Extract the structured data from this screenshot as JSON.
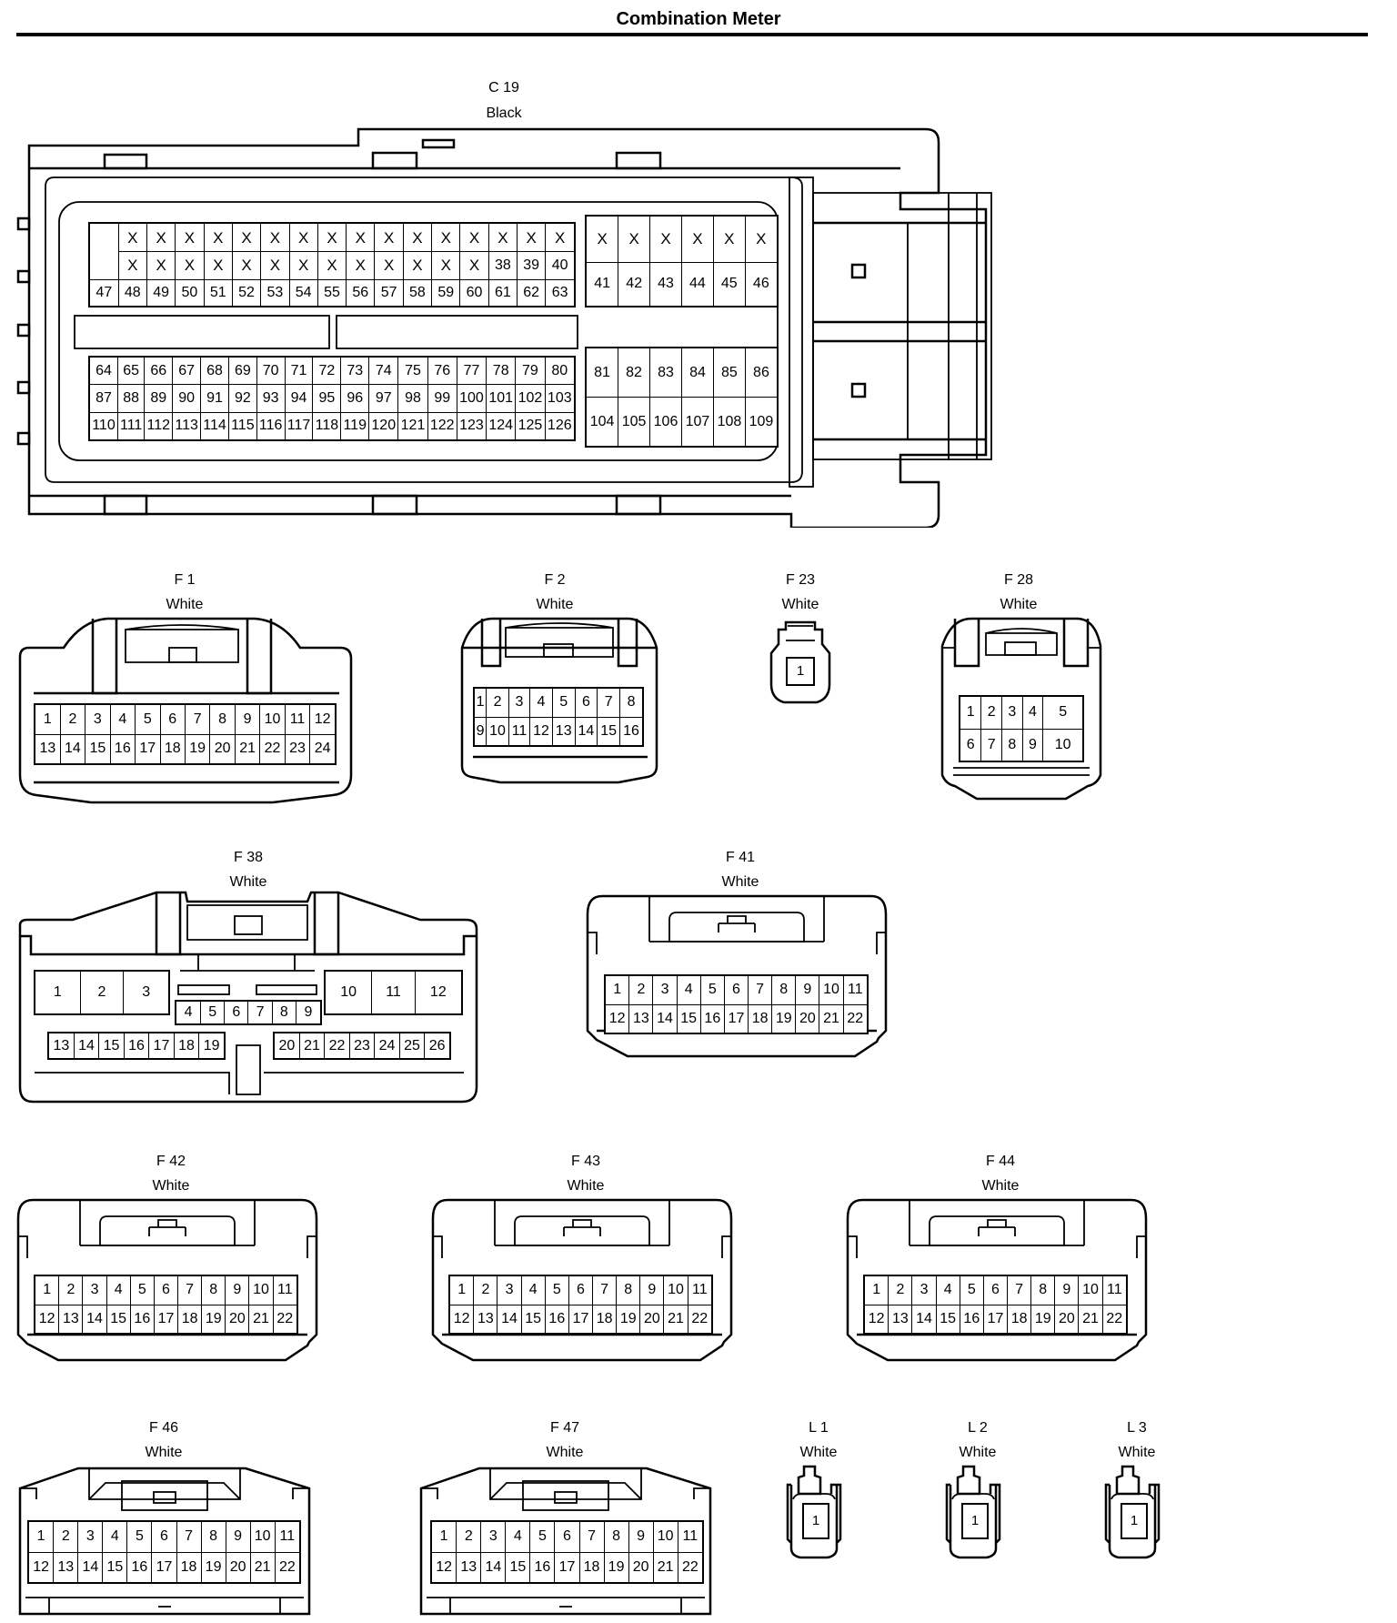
{
  "title": "Combination Meter",
  "connectors": {
    "c19": {
      "id": "C 19",
      "color": "Black",
      "top_rows": [
        [
          "X",
          "X",
          "X",
          "X",
          "X",
          "X",
          "X",
          "X",
          "X",
          "X",
          "X",
          "X",
          "X",
          "X",
          "X",
          "X"
        ],
        [
          "X",
          "X",
          "X",
          "X",
          "X",
          "X",
          "X",
          "X",
          "X",
          "X",
          "X",
          "X",
          "X",
          "38",
          "39",
          "40"
        ],
        [
          "47",
          "48",
          "49",
          "50",
          "51",
          "52",
          "53",
          "54",
          "55",
          "56",
          "57",
          "58",
          "59",
          "60",
          "61",
          "62",
          "63"
        ]
      ],
      "right_top_rows": [
        [
          "X",
          "X",
          "X",
          "X",
          "X",
          "X"
        ],
        [
          "41",
          "42",
          "43",
          "44",
          "45",
          "46"
        ]
      ],
      "bottom_rows": [
        [
          "64",
          "65",
          "66",
          "67",
          "68",
          "69",
          "70",
          "71",
          "72",
          "73",
          "74",
          "75",
          "76",
          "77",
          "78",
          "79",
          "80"
        ],
        [
          "87",
          "88",
          "89",
          "90",
          "91",
          "92",
          "93",
          "94",
          "95",
          "96",
          "97",
          "98",
          "99",
          "100",
          "101",
          "102",
          "103"
        ],
        [
          "110",
          "111",
          "112",
          "113",
          "114",
          "115",
          "116",
          "117",
          "118",
          "119",
          "120",
          "121",
          "122",
          "123",
          "124",
          "125",
          "126"
        ]
      ],
      "right_bottom_rows": [
        [
          "81",
          "82",
          "83",
          "84",
          "85",
          "86"
        ],
        [
          "104",
          "105",
          "106",
          "107",
          "108",
          "109"
        ]
      ]
    },
    "f1": {
      "id": "F 1",
      "color": "White",
      "rows": [
        [
          "1",
          "2",
          "3",
          "4",
          "5",
          "6",
          "7",
          "8",
          "9",
          "10",
          "11",
          "12"
        ],
        [
          "13",
          "14",
          "15",
          "16",
          "17",
          "18",
          "19",
          "20",
          "21",
          "22",
          "23",
          "24"
        ]
      ]
    },
    "f2": {
      "id": "F 2",
      "color": "White",
      "rows": [
        [
          "1",
          "2",
          "3",
          "4",
          "5",
          "6",
          "7",
          "8"
        ],
        [
          "9",
          "10",
          "11",
          "12",
          "13",
          "14",
          "15",
          "16"
        ]
      ]
    },
    "f23": {
      "id": "F 23",
      "color": "White",
      "pin": "1"
    },
    "f28": {
      "id": "F 28",
      "color": "White",
      "rows": [
        [
          "1",
          "2",
          "3",
          "4",
          "5"
        ],
        [
          "6",
          "7",
          "8",
          "9",
          "10"
        ]
      ]
    },
    "f38": {
      "id": "F 38",
      "color": "White",
      "left_large": [
        "1",
        "2",
        "3"
      ],
      "right_large": [
        "10",
        "11",
        "12"
      ],
      "middle_top": [
        "4",
        "5",
        "6",
        "7",
        "8",
        "9"
      ],
      "bottom_left": [
        "13",
        "14",
        "15",
        "16",
        "17",
        "18",
        "19"
      ],
      "bottom_right": [
        "20",
        "21",
        "22",
        "23",
        "24",
        "25",
        "26"
      ]
    },
    "f41": {
      "id": "F 41",
      "color": "White",
      "rows": [
        [
          "1",
          "2",
          "3",
          "4",
          "5",
          "6",
          "7",
          "8",
          "9",
          "10",
          "11"
        ],
        [
          "12",
          "13",
          "14",
          "15",
          "16",
          "17",
          "18",
          "19",
          "20",
          "21",
          "22"
        ]
      ]
    },
    "f42": {
      "id": "F 42",
      "color": "White",
      "rows": [
        [
          "1",
          "2",
          "3",
          "4",
          "5",
          "6",
          "7",
          "8",
          "9",
          "10",
          "11"
        ],
        [
          "12",
          "13",
          "14",
          "15",
          "16",
          "17",
          "18",
          "19",
          "20",
          "21",
          "22"
        ]
      ]
    },
    "f43": {
      "id": "F 43",
      "color": "White",
      "rows": [
        [
          "1",
          "2",
          "3",
          "4",
          "5",
          "6",
          "7",
          "8",
          "9",
          "10",
          "11"
        ],
        [
          "12",
          "13",
          "14",
          "15",
          "16",
          "17",
          "18",
          "19",
          "20",
          "21",
          "22"
        ]
      ]
    },
    "f44": {
      "id": "F 44",
      "color": "White",
      "rows": [
        [
          "1",
          "2",
          "3",
          "4",
          "5",
          "6",
          "7",
          "8",
          "9",
          "10",
          "11"
        ],
        [
          "12",
          "13",
          "14",
          "15",
          "16",
          "17",
          "18",
          "19",
          "20",
          "21",
          "22"
        ]
      ]
    },
    "f46": {
      "id": "F 46",
      "color": "White",
      "rows": [
        [
          "1",
          "2",
          "3",
          "4",
          "5",
          "6",
          "7",
          "8",
          "9",
          "10",
          "11"
        ],
        [
          "12",
          "13",
          "14",
          "15",
          "16",
          "17",
          "18",
          "19",
          "20",
          "21",
          "22"
        ]
      ]
    },
    "f47": {
      "id": "F 47",
      "color": "White",
      "rows": [
        [
          "1",
          "2",
          "3",
          "4",
          "5",
          "6",
          "7",
          "8",
          "9",
          "10",
          "11"
        ],
        [
          "12",
          "13",
          "14",
          "15",
          "16",
          "17",
          "18",
          "19",
          "20",
          "21",
          "22"
        ]
      ]
    },
    "l1": {
      "id": "L 1",
      "color": "White",
      "pin": "1"
    },
    "l2": {
      "id": "L 2",
      "color": "White",
      "pin": "1"
    },
    "l3": {
      "id": "L 3",
      "color": "White",
      "pin": "1"
    }
  }
}
